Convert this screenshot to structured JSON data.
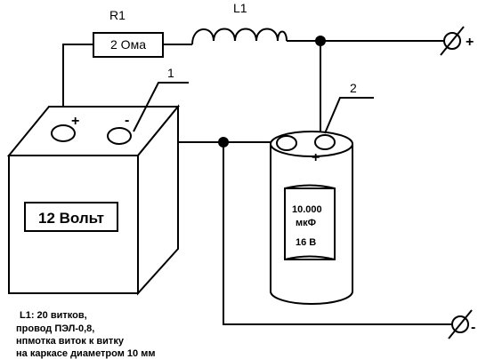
{
  "resistor": {
    "designator": "R1",
    "value": "2 Ома"
  },
  "inductor": {
    "designator": "L1"
  },
  "battery": {
    "callout": "1",
    "label": "12 Вольт",
    "plus": "+",
    "minus": "-"
  },
  "capacitor": {
    "callout": "2",
    "plus": "+",
    "line1": "10.000",
    "line2": "мкФ",
    "line3": "16 В"
  },
  "terminals": {
    "top_sign": "+",
    "bottom_sign": "-"
  },
  "note": {
    "line1": "L1: 20 витков,",
    "line2": "провод ПЭЛ-0,8,",
    "line3": "нпмотка виток к витку",
    "line4": "на  каркасе  диаметром 10 мм"
  }
}
